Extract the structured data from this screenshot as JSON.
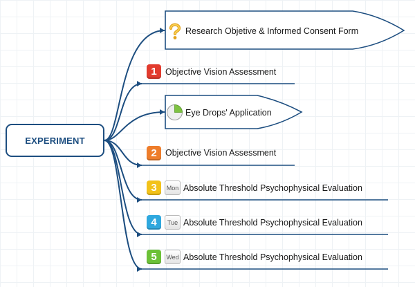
{
  "diagram": {
    "root": {
      "label": "EXPERIMENT"
    },
    "topics": [
      {
        "label": "Research Objetive & Informed Consent Form",
        "icon": "question-icon"
      },
      {
        "label": "Objective Vision Assessment",
        "badge": "1",
        "badge_color": "#e23b2e"
      },
      {
        "label": "Eye Drops' Application",
        "icon": "pie-quarter-icon"
      },
      {
        "label": "Objective Vision Assessment",
        "badge": "2",
        "badge_color": "#ee7d2b"
      },
      {
        "label": "Absolute Threshold Psychophysical Evaluation",
        "badge": "3",
        "badge_color": "#f2c21a",
        "day": "Mon"
      },
      {
        "label": "Absolute Threshold Psychophysical Evaluation",
        "badge": "4",
        "badge_color": "#2fa8de",
        "day": "Tue"
      },
      {
        "label": "Absolute Threshold Psychophysical Evaluation",
        "badge": "5",
        "badge_color": "#6cc137",
        "day": "Wed"
      }
    ],
    "colors": {
      "branch": "#1d4e80",
      "text": "#1a1a1a"
    }
  }
}
